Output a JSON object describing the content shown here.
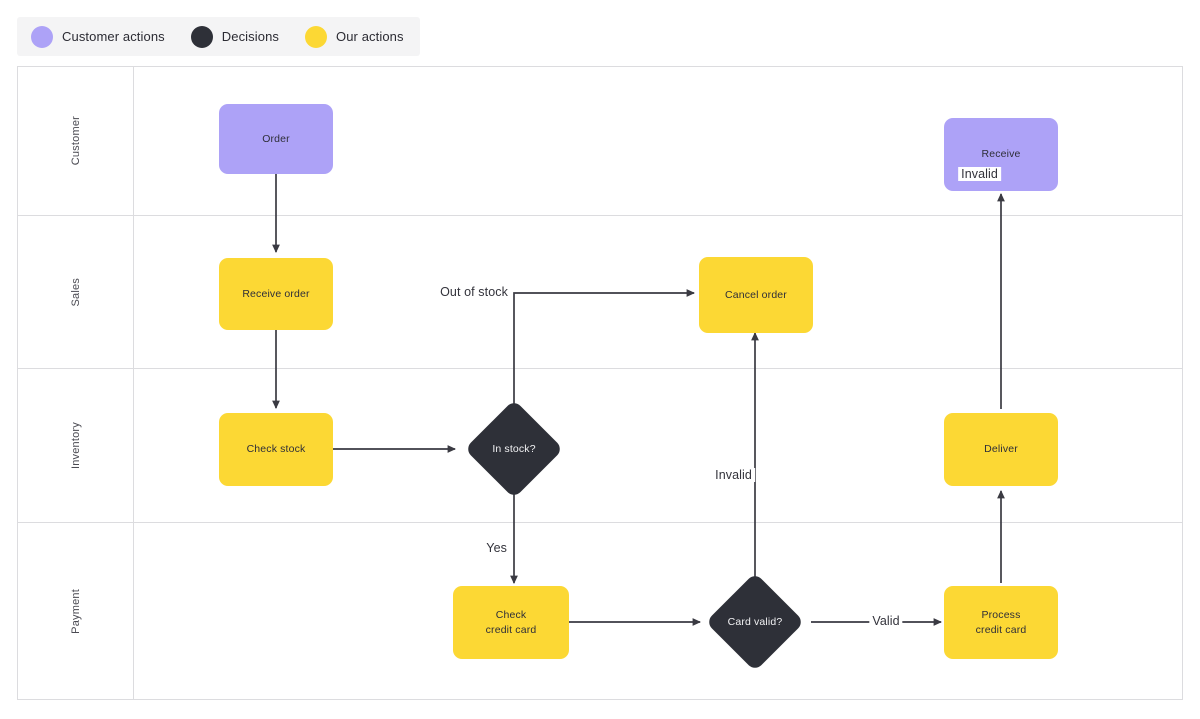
{
  "legend": {
    "items": [
      {
        "label": "Customer actions",
        "color": "#ada2f7",
        "icon": "circle-icon"
      },
      {
        "label": "Decisions",
        "color": "#2e3038",
        "icon": "circle-icon"
      },
      {
        "label": "Our actions",
        "color": "#fcd834",
        "icon": "circle-icon"
      }
    ]
  },
  "lanes": [
    {
      "label": "Customer"
    },
    {
      "label": "Sales"
    },
    {
      "label": "Inventory"
    },
    {
      "label": "Payment"
    }
  ],
  "nodes": [
    {
      "id": "order",
      "label": "Order",
      "shape": "rect",
      "kind": "customer",
      "lane": "Customer"
    },
    {
      "id": "receive-order",
      "label": "Receive order",
      "shape": "rect",
      "kind": "ours",
      "lane": "Sales"
    },
    {
      "id": "cancel-order",
      "label": "Cancel order",
      "shape": "rect",
      "kind": "ours",
      "lane": "Sales"
    },
    {
      "id": "check-stock",
      "label": "Check stock",
      "shape": "rect",
      "kind": "ours",
      "lane": "Inventory"
    },
    {
      "id": "in-stock",
      "label": "In stock?",
      "shape": "diamond",
      "kind": "decision",
      "lane": "Inventory"
    },
    {
      "id": "deliver",
      "label": "Deliver",
      "shape": "rect",
      "kind": "ours",
      "lane": "Inventory"
    },
    {
      "id": "check-card",
      "label": "Check\ncredit card",
      "shape": "rect",
      "kind": "ours",
      "lane": "Payment"
    },
    {
      "id": "card-valid",
      "label": "Card valid?",
      "shape": "diamond",
      "kind": "decision",
      "lane": "Payment"
    },
    {
      "id": "process-card",
      "label": "Process\ncredit card",
      "shape": "rect",
      "kind": "ours",
      "lane": "Payment"
    },
    {
      "id": "receive",
      "label": "Receive",
      "shape": "rect",
      "kind": "customer",
      "lane": "Customer"
    }
  ],
  "edge_labels": [
    {
      "id": "out-of-stock",
      "text": "Out of stock"
    },
    {
      "id": "yes",
      "text": "Yes"
    },
    {
      "id": "invalid-mid",
      "text": "Invalid"
    },
    {
      "id": "valid",
      "text": "Valid"
    },
    {
      "id": "invalid-right",
      "text": "Invalid"
    }
  ],
  "colors": {
    "customer": "#ada2f7",
    "decision": "#2e3038",
    "ours": "#fcd834",
    "edge": "#3a3a42",
    "grid": "#dcdcdf",
    "legend_bg": "#f4f4f5"
  }
}
